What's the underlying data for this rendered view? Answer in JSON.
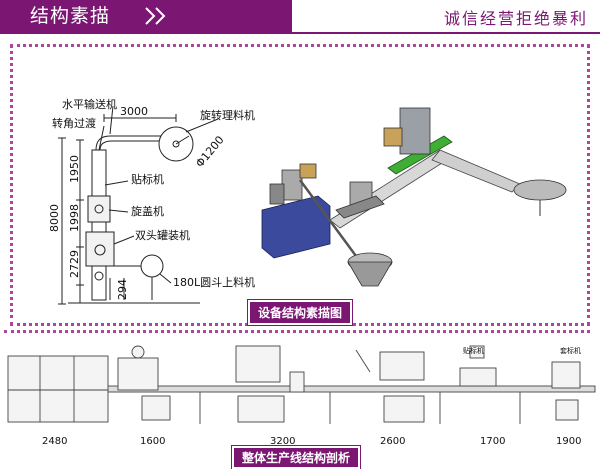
{
  "header": {
    "title": "结构素描",
    "slogan": "诚信经营拒绝暴利"
  },
  "sketch": {
    "labels": {
      "horizontal_conveyor": "水平输送机",
      "corner_transition": "转角过渡",
      "rotary_sorter": "旋转理料机",
      "labeler": "贴标机",
      "capper": "旋盖机",
      "double_filler": "双头罐装机",
      "hopper_loader": "180L圆斗上料机"
    },
    "dimensions": {
      "top_width": "3000",
      "diameter": "Φ1200",
      "total_height": "8000",
      "seg1": "1950",
      "seg2": "1998",
      "seg3": "2729",
      "seg4": "294"
    },
    "caption": "设备结构素描图"
  },
  "line": {
    "caption": "整体生产线结构剖析",
    "segments": [
      "2480",
      "1600",
      "3200",
      "2600",
      "1700",
      "1900"
    ],
    "mini_labels": [
      "贴标机",
      "套标机"
    ]
  },
  "colors": {
    "brand": "#7b1673",
    "dots": "#b0459e",
    "green": "#3fae35",
    "blue": "#3b4a9c"
  }
}
